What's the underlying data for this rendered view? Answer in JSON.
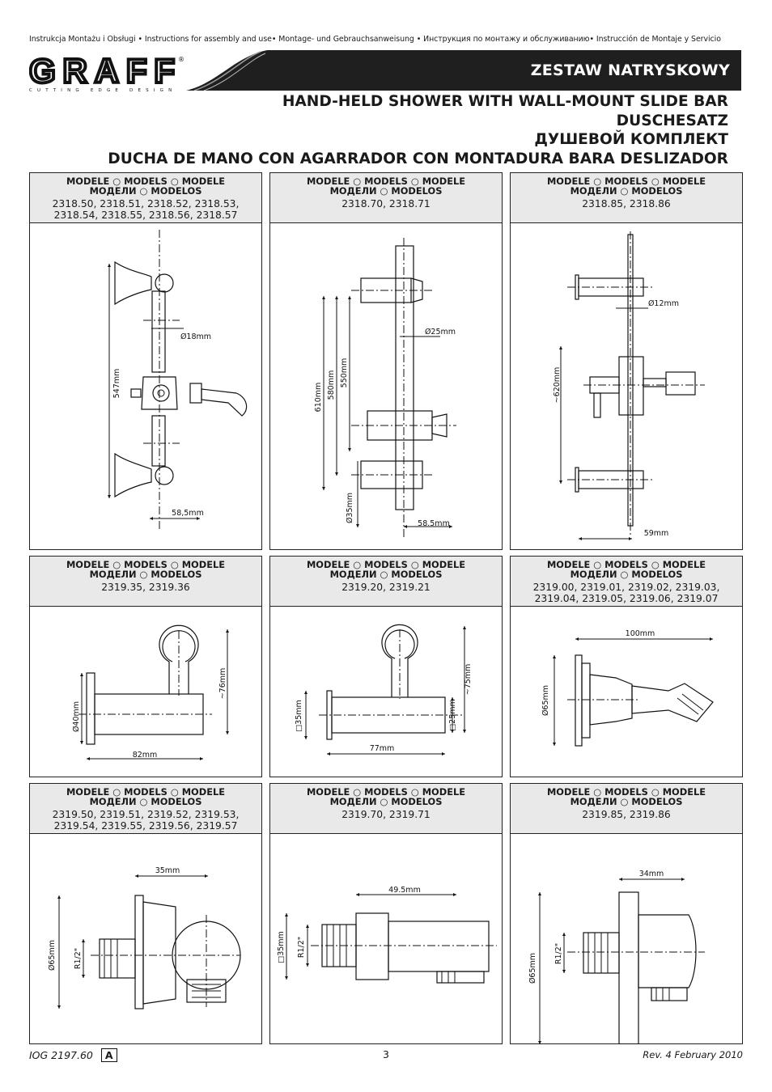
{
  "header": {
    "languages_line": "Instrukcja Montażu i Obsługi • Instructions for assembly and use• Montage- und Gebrauchsanweisung • Инструкция по монтажу и обслуживанию• Instrucción de Montaje y Servicio",
    "logo_text": "GRAFF",
    "logo_registered": "®",
    "logo_tagline": "CUTTING EDGE DESIGN",
    "banner_title": "ZESTAW NATRYSKOWY",
    "titles": [
      "HAND-HELD SHOWER WITH WALL-MOUNT SLIDE BAR",
      "DUSCHESATZ",
      "ДУШЕВОЙ КОМПЛЕКТ",
      "DUCHA DE MANO CON AGARRADOR CON MONTADURA BARA DESLIZADOR"
    ]
  },
  "panel_header": {
    "line1": "MODELE ○ MODELS ○ MODELE",
    "line2": "МОДЕЛИ ○ MODELOS"
  },
  "panels": [
    {
      "models": "2318.50, 2318.51, 2318.52, 2318.53, 2318.54, 2318.55, 2318.56, 2318.57",
      "dims": {
        "diameter_bar": "Ø18mm",
        "height": "547mm",
        "depth": "58,5mm"
      }
    },
    {
      "models": "2318.70, 2318.71",
      "dims": {
        "diameter_bar": "Ø25mm",
        "h1": "610mm",
        "h2": "580mm",
        "h3": "550mm",
        "diameter_base": "Ø35mm",
        "depth": "58.5mm"
      }
    },
    {
      "models": "2318.85, 2318.86",
      "dims": {
        "diameter_bar": "Ø12mm",
        "height": "~620mm",
        "depth": "59mm"
      }
    },
    {
      "models": "2319.35, 2319.36",
      "dims": {
        "diameter": "Ø40mm",
        "height": "~76mm",
        "length": "82mm"
      }
    },
    {
      "models": "2319.20, 2319.21",
      "dims": {
        "square": "□35mm",
        "square_small": "□25mm",
        "height": "~75mm",
        "length": "77mm"
      }
    },
    {
      "models": "2319.00, 2319.01, 2319.02, 2319.03, 2319.04, 2319.05, 2319.06, 2319.07",
      "dims": {
        "length": "100mm",
        "diameter": "Ø65mm"
      }
    },
    {
      "models": "2319.50, 2319.51, 2319.52, 2319.53, 2319.54, 2319.55, 2319.56, 2319.57",
      "dims": {
        "depth": "35mm",
        "diameter": "Ø65mm",
        "thread": "R1/2\""
      }
    },
    {
      "models": "2319.70, 2319.71",
      "dims": {
        "length": "49.5mm",
        "square": "□35mm",
        "thread": "R1/2\""
      }
    },
    {
      "models": "2319.85, 2319.86",
      "dims": {
        "depth": "34mm",
        "diameter": "Ø65mm",
        "thread": "R1/2\""
      }
    }
  ],
  "footer": {
    "doc_code": "IOG 2197.60",
    "revision_letter": "A",
    "page_number": "3",
    "revision_date": "Rev. 4 February 2010"
  }
}
